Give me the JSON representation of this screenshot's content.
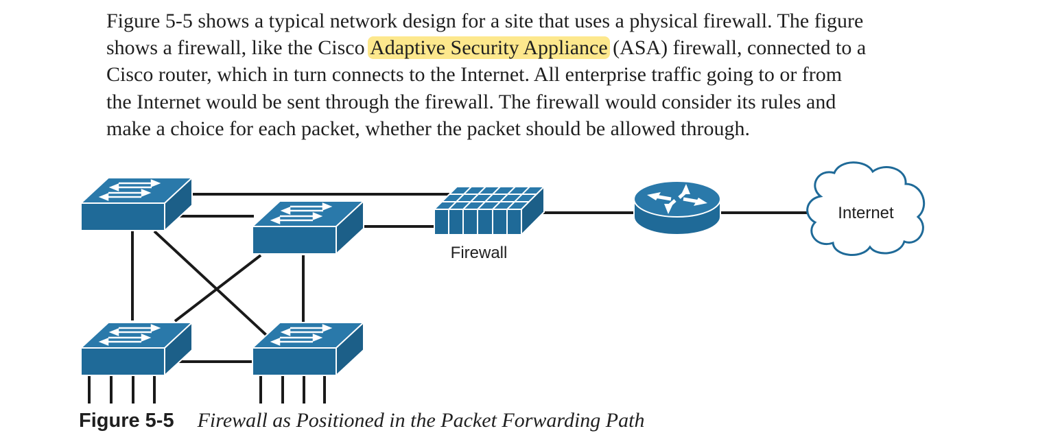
{
  "body": {
    "paragraph": {
      "line1": "Figure 5-5 shows a typical network design for a site that uses a physical firewall. The figure",
      "line2_before": "shows a firewall, like the Cisco ",
      "line2_highlight": "Adaptive Security Appliance",
      "line2_after": " (ASA) firewall, connected to a",
      "line3": "Cisco router, which in turn connects to the Internet. All enterprise traffic going to or from",
      "line4": "the Internet would be sent through the firewall. The firewall would consider its rules and",
      "line5": "make a choice for each packet, whether the packet should be allowed through."
    }
  },
  "figure": {
    "firewall_label": "Firewall",
    "internet_label": "Internet",
    "caption_label": "Figure 5-5",
    "caption_title": "Firewall as Positioned in the Packet Forwarding Path"
  },
  "colors": {
    "device_blue": "#1f6a98",
    "device_top": "#2a79aa",
    "highlight": "#fde88d",
    "line": "#1a1a1a"
  }
}
